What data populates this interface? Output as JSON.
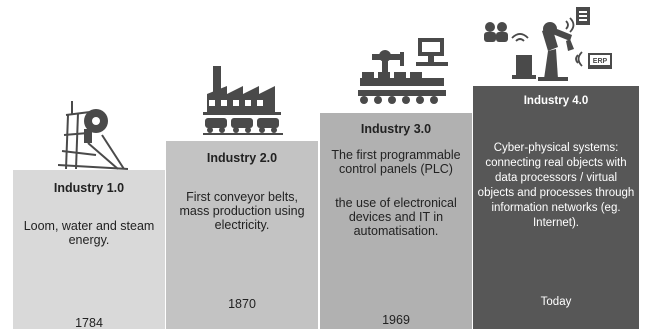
{
  "stages": [
    {
      "title": "Industry 1.0",
      "description": "Loom, water and steam energy.",
      "extra": "",
      "year": "1784",
      "icon": "loom-icon"
    },
    {
      "title": "Industry 2.0",
      "description": "First conveyor belts, mass production using electricity.",
      "extra": "",
      "year": "1870",
      "icon": "factory-icon"
    },
    {
      "title": "Industry 3.0",
      "description": "The first programmable control panels (PLC)",
      "extra": "the use of electronical devices and IT in automatisation.",
      "year": "1969",
      "icon": "robot-arm-computer-icon"
    },
    {
      "title": "Industry 4.0",
      "description": "Cyber-physical systems: connecting real objects with data processors / virtual objects and processes through information networks (eg. Internet).",
      "extra": "",
      "year": "Today",
      "icon": "connected-robot-icon"
    }
  ],
  "icon_labels": {
    "erp": "ERP"
  },
  "colors": {
    "step1": "#d9d9d9",
    "step2": "#c3c3c3",
    "step3": "#b1b1b1",
    "step4": "#575757",
    "icon": "#4a4a4a"
  }
}
